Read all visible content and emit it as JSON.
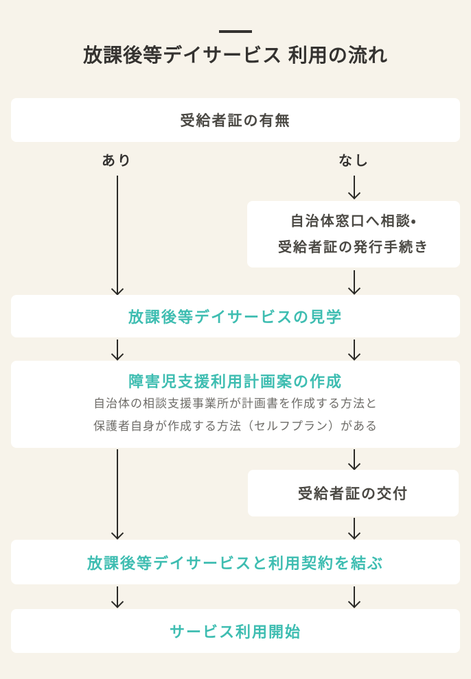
{
  "title": "放課後等デイサービス 利用の流れ",
  "branch": {
    "left_label": "あり",
    "right_label": "なし"
  },
  "steps": {
    "start": "受給者証の有無",
    "apply": {
      "line1": "自治体窓口へ相談・",
      "line2": "受給者証の発行手続き"
    },
    "visit": "放課後等デイサービスの見学",
    "plan": {
      "heading": "障害児支援利用計画案の作成",
      "desc1": "自治体の相談支援事業所が計画書を作成する方法と",
      "desc2": "保護者自身が作成する方法（セルフプラン）がある"
    },
    "issue": "受給者証の交付",
    "contract": "放課後等デイサービスと利用契約を結ぶ",
    "begin": "サービス利用開始"
  },
  "colors": {
    "bg": "#f7f3ea",
    "box": "#ffffff",
    "teal": "#3ebdb1",
    "dark": "#343230",
    "body": "#4a4843",
    "muted": "#6e6c68",
    "arrow": "#2b2a27"
  }
}
